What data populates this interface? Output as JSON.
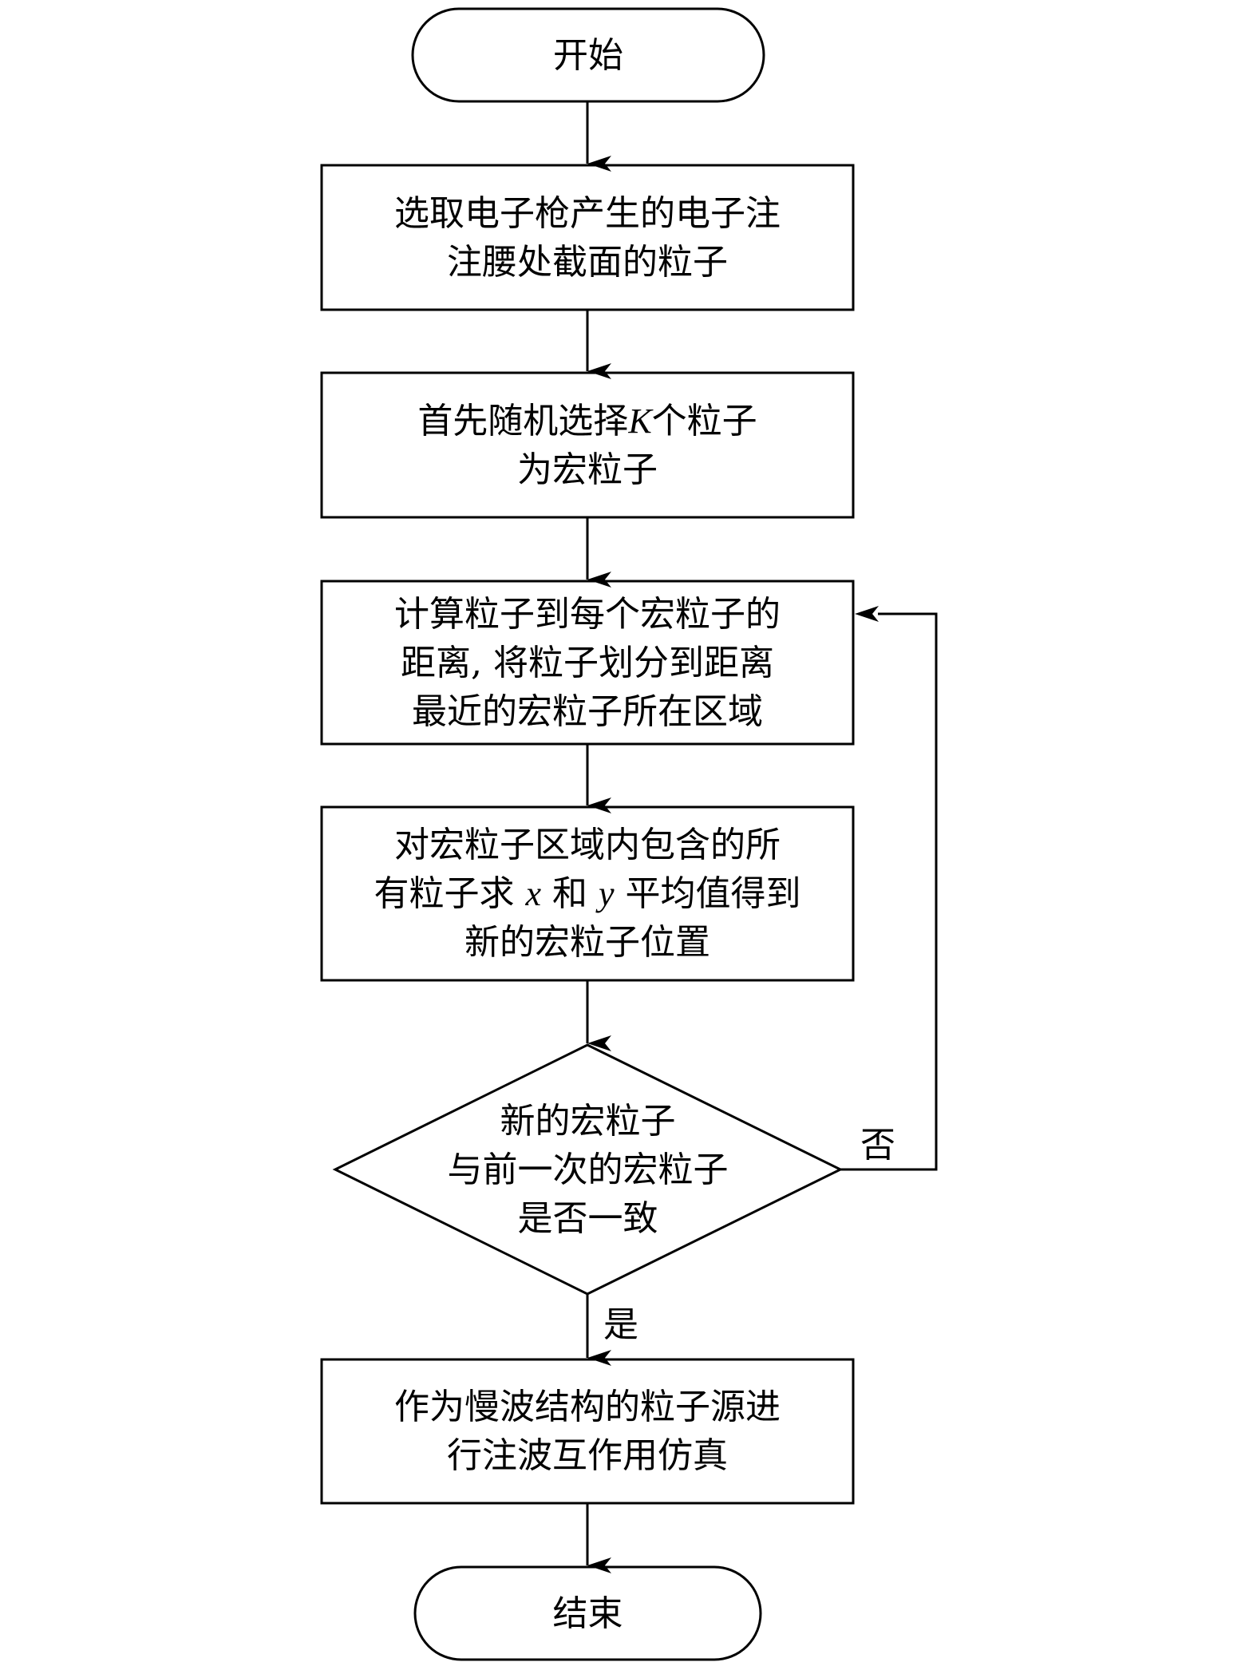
{
  "diagram": {
    "type": "flowchart",
    "colors": {
      "stroke": "#000000",
      "fill": "#ffffff",
      "text": "#000000"
    },
    "nodes": {
      "start": {
        "shape": "terminator",
        "lines": [
          "开始"
        ]
      },
      "step1": {
        "shape": "process",
        "lines": [
          "选取电子枪产生的电子注",
          "注腰处截面的粒子"
        ]
      },
      "step2": {
        "shape": "process",
        "lines": [
          "首先随机选择K个粒子",
          "为宏粒子"
        ],
        "line1_parts": [
          "首先随机选择",
          "K",
          "个粒子"
        ]
      },
      "step3": {
        "shape": "process",
        "lines": [
          "计算粒子到每个宏粒子的",
          "距离, 将粒子划分到距离",
          "最近的宏粒子所在区域"
        ]
      },
      "step4": {
        "shape": "process",
        "lines": [
          "对宏粒子区域内包含的所",
          "有粒子求 x 和 y 平均值得到",
          "新的宏粒子位置"
        ],
        "line2_parts": [
          "有粒子求 ",
          "x",
          " 和 ",
          "y",
          " 平均值得到"
        ]
      },
      "decision": {
        "shape": "decision",
        "lines": [
          "新的宏粒子",
          "与前一次的宏粒子",
          "是否一致"
        ]
      },
      "step5": {
        "shape": "process",
        "lines": [
          "作为慢波结构的粒子源进",
          "行注波互作用仿真"
        ]
      },
      "end": {
        "shape": "terminator",
        "lines": [
          "结束"
        ]
      }
    },
    "edges": [
      {
        "from": "start",
        "to": "step1",
        "label": ""
      },
      {
        "from": "step1",
        "to": "step2",
        "label": ""
      },
      {
        "from": "step2",
        "to": "step3",
        "label": ""
      },
      {
        "from": "step3",
        "to": "step4",
        "label": ""
      },
      {
        "from": "step4",
        "to": "decision",
        "label": ""
      },
      {
        "from": "decision",
        "to": "step5",
        "label": "是"
      },
      {
        "from": "decision",
        "to": "step3",
        "label": "否"
      },
      {
        "from": "step5",
        "to": "end",
        "label": ""
      }
    ]
  }
}
